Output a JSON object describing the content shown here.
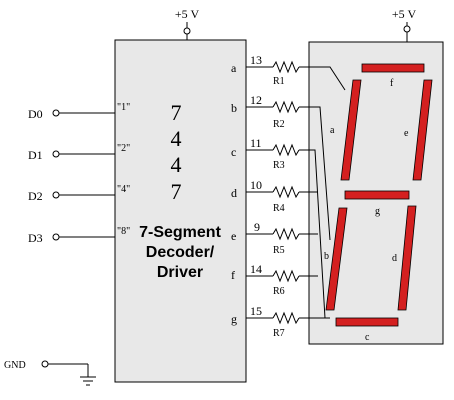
{
  "supply_left": "+5 V",
  "supply_right": "+5 V",
  "inputs": [
    {
      "name": "D0",
      "pin": "\"1\""
    },
    {
      "name": "D1",
      "pin": "\"2\""
    },
    {
      "name": "D2",
      "pin": "\"4\""
    },
    {
      "name": "D3",
      "pin": "\"8\""
    }
  ],
  "weights": [
    "7",
    "4",
    "4",
    "7"
  ],
  "decoder_label": [
    "7-Segment",
    "Decoder/",
    "Driver"
  ],
  "outputs": [
    {
      "letter": "a",
      "pin": "13",
      "resistor": "R1"
    },
    {
      "letter": "b",
      "pin": "12",
      "resistor": "R2"
    },
    {
      "letter": "c",
      "pin": "11",
      "resistor": "R3"
    },
    {
      "letter": "d",
      "pin": "10",
      "resistor": "R4"
    },
    {
      "letter": "e",
      "pin": "9",
      "resistor": "R5"
    },
    {
      "letter": "f",
      "pin": "14",
      "resistor": "R6"
    },
    {
      "letter": "g",
      "pin": "15",
      "resistor": "R7"
    }
  ],
  "display_segments": {
    "top": "f",
    "upper_left": "a",
    "upper_right": "e",
    "middle": "g",
    "lower_left": "b",
    "lower_right": "d",
    "bottom": "c"
  },
  "ground_label": "GND",
  "colors": {
    "box": "#e8e8e8",
    "segment": "#d42020",
    "wire": "#000000"
  }
}
